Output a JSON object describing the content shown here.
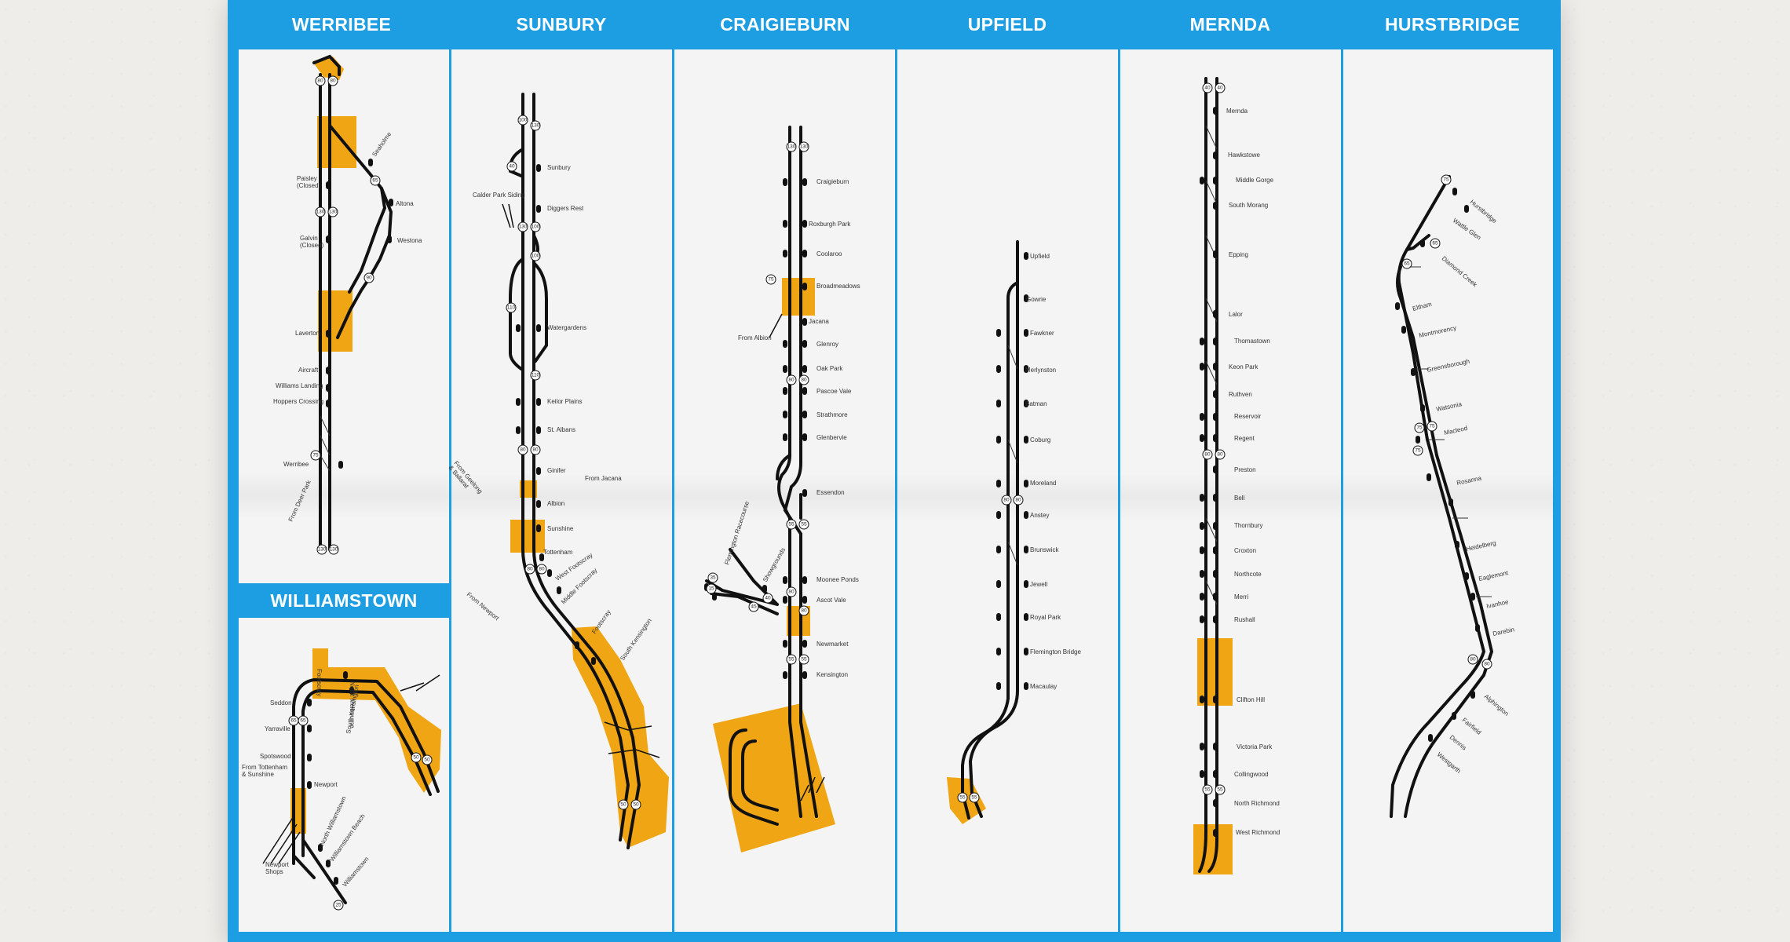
{
  "colors": {
    "brand_blue": "#1d9de2",
    "highlight": "#f0a514",
    "track": "#111111",
    "paper": "#f4f4f4"
  },
  "columns": [
    {
      "id": "werribee",
      "title": "WERRIBEE"
    },
    {
      "id": "sunbury",
      "title": "SUNBURY"
    },
    {
      "id": "craigieburn",
      "title": "CRAIGIEBURN"
    },
    {
      "id": "upfield",
      "title": "UPFIELD"
    },
    {
      "id": "mernda",
      "title": "MERNDA"
    },
    {
      "id": "hurstbridge",
      "title": "HURSTBRIDGE"
    }
  ],
  "williamstown": {
    "title": "WILLIAMSTOWN"
  },
  "werribee": {
    "stations": {
      "seaholme": "Seaholme",
      "paisley": "Paisley\n(Closed)",
      "altona": "Altona",
      "galvin": "Galvin\n(Closed)",
      "westona": "Westona",
      "laverton": "Laverton",
      "aircraft": "Aircraft",
      "williams_landing": "Williams Landing",
      "hoppers_crossing": "Hoppers Crossing",
      "werribee": "Werribee",
      "from_deer_park": "From Deer Park"
    }
  },
  "williamstown_map": {
    "stations": {
      "seddon": "Seddon",
      "yarraville": "Yarraville",
      "spotswood": "Spotswood",
      "from_tottenham": "From Tottenham\n& Sunshine",
      "newport": "Newport",
      "newport_shops": "Newport\nShops",
      "north_williamstown": "North Williamstown",
      "williamstown_beach": "Williamstown Beach",
      "williamstown": "Williamstown",
      "footscray": "Footscray",
      "south_kensington": "South Kensington",
      "north_melbourne": "North Melbourne"
    }
  },
  "sunbury": {
    "stations": {
      "sunbury": "Sunbury",
      "calder_park_siding": "Calder Park Siding",
      "diggers_rest": "Diggers Rest",
      "watergardens": "Watergardens",
      "keilor_plains": "Keilor Plains",
      "st_albans": "St. Albans",
      "from_geelong": "From Geelong\n& Ballarat",
      "ginifer": "Ginifer",
      "from_jacana": "From Jacana",
      "albion": "Albion",
      "sunshine": "Sunshine",
      "tottenham": "Tottenham",
      "west_footscray": "West Footscray",
      "from_newport": "From Newport",
      "middle_footscray": "Middle Footscray",
      "footscray": "Footscray",
      "south_kensington": "South Kensington"
    }
  },
  "craigieburn": {
    "stations": {
      "craigieburn": "Craigieburn",
      "roxburgh_park": "Roxburgh Park",
      "coolaroo": "Coolaroo",
      "broadmeadows": "Broadmeadows",
      "from_albion": "From Albion",
      "jacana": "Jacana",
      "glenroy": "Glenroy",
      "oak_park": "Oak Park",
      "pascoe_vale": "Pascoe Vale",
      "strathmore": "Strathmore",
      "glenbervie": "Glenbervie",
      "essendon": "Essendon",
      "flemington_racecourse": "Flemington Racecourse",
      "showgrounds": "Showgrounds",
      "moonee_ponds": "Moonee Ponds",
      "ascot_vale": "Ascot Vale",
      "newmarket": "Newmarket",
      "kensington": "Kensington"
    }
  },
  "upfield": {
    "stations": {
      "upfield": "Upfield",
      "gowrie": "Gowrie",
      "fawkner": "Fawkner",
      "merlynston": "Merlynston",
      "batman": "Batman",
      "coburg": "Coburg",
      "moreland": "Moreland",
      "anstey": "Anstey",
      "brunswick": "Brunswick",
      "jewell": "Jewell",
      "royal_park": "Royal Park",
      "flemington_bridge": "Flemington Bridge",
      "macaulay": "Macaulay"
    }
  },
  "mernda": {
    "stations": {
      "mernda": "Mernda",
      "hawkstowe": "Hawkstowe",
      "middle_gorge": "Middle Gorge",
      "south_morang": "South Morang",
      "epping": "Epping",
      "lalor": "Lalor",
      "thomastown": "Thomastown",
      "keon_park": "Keon Park",
      "ruthven": "Ruthven",
      "reservoir": "Reservoir",
      "regent": "Regent",
      "preston": "Preston",
      "bell": "Bell",
      "thornbury": "Thornbury",
      "croxton": "Croxton",
      "northcote": "Northcote",
      "merri": "Merri",
      "rushall": "Rushall",
      "clifton_hill": "Clifton Hill",
      "victoria_park": "Victoria Park",
      "collingwood": "Collingwood",
      "north_richmond": "North Richmond",
      "west_richmond": "West Richmond"
    }
  },
  "hurstbridge": {
    "stations": {
      "hurstbridge": "Hurstbridge",
      "wattle_glen": "Wattle Glen",
      "diamond_creek": "Diamond Creek",
      "eltham": "Eltham",
      "montmorency": "Montmorency",
      "greensborough": "Greensborough",
      "watsonia": "Watsonia",
      "macleod": "Macleod",
      "rosanna": "Rosanna",
      "heidelberg": "Heidelberg",
      "eaglemont": "Eaglemont",
      "ivanhoe": "Ivanhoe",
      "darebin": "Darebin",
      "alphington": "Alphington",
      "fairfield": "Fairfield",
      "dennis": "Dennis",
      "westgarth": "Westgarth"
    }
  },
  "speed_signs": {
    "s40": "40",
    "s50": "50",
    "s55": "55",
    "s60": "60",
    "s65": "65",
    "s70": "70",
    "s75": "75",
    "s80": "80",
    "s90": "90",
    "s100": "100",
    "s110": "110",
    "s115": "115",
    "s130": "130",
    "s15": "15",
    "s25": "25",
    "s35": "35",
    "s45": "45"
  }
}
